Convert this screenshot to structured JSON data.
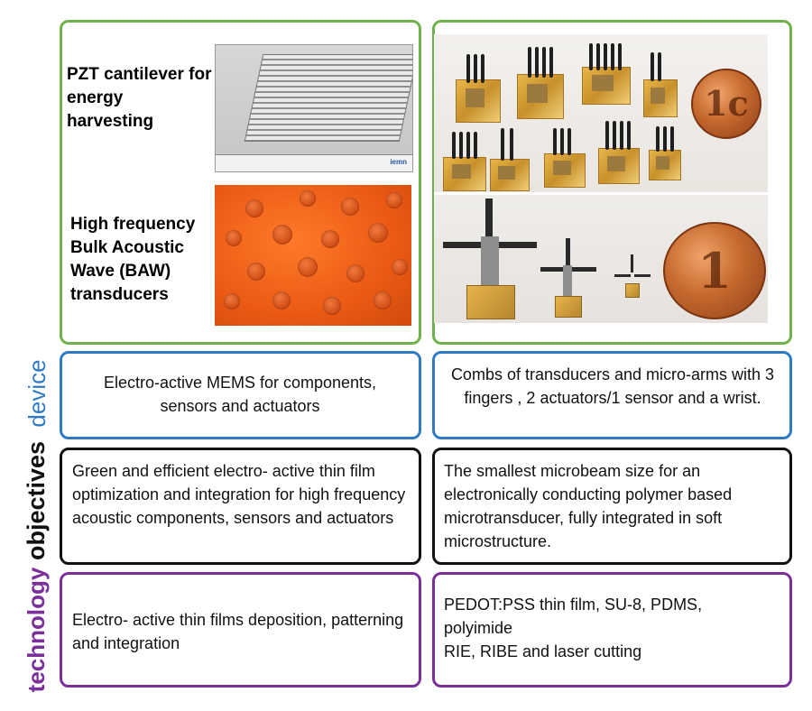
{
  "rows": {
    "device": {
      "label": "device",
      "color": "#2e7bc4"
    },
    "objectives": {
      "label": "objectives",
      "color": "#111111"
    },
    "technology": {
      "label": "technology",
      "color": "#7b2f9b"
    }
  },
  "top_left": {
    "caption1": "PZT cantilever for energy harvesting",
    "caption2": "High frequency Bulk Acoustic Wave (BAW) transducers",
    "sem_logo": "iemn"
  },
  "top_right": {
    "coin1_text": "1c",
    "coin2_text": "1"
  },
  "device": {
    "left": "Electro-active MEMS for components, sensors and actuators",
    "right": "Combs of transducers and micro-arms with 3 fingers , 2 actuators/1 sensor and a wrist."
  },
  "objectives": {
    "left": "Green and efficient electro- active thin film optimization and integration for high frequency acoustic components, sensors and actuators",
    "right": "The smallest microbeam size for an electronically conducting polymer based microtransducer, fully integrated in soft microstructure."
  },
  "technology": {
    "left": "Electro- active thin films deposition, patterning  and integration",
    "right_line1": "PEDOT:PSS thin film, SU-8, PDMS, polyimide",
    "right_line2": "RIE, RIBE and laser cutting"
  }
}
